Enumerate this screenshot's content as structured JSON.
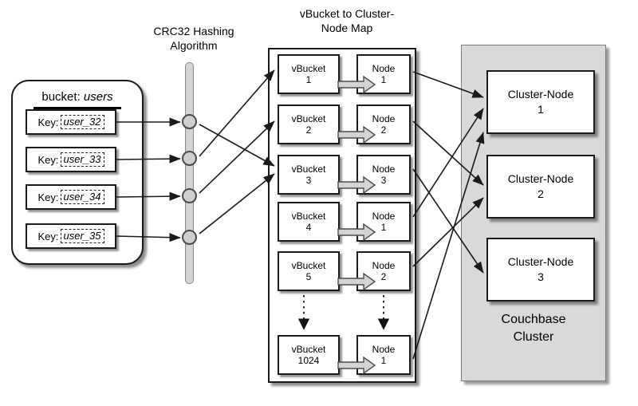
{
  "diagram": {
    "title": "Couchbase vBucket to Cluster-Node mapping",
    "colors": {
      "cluster_panel_fill": "#d9d9d9",
      "box_fill": "#ffffff",
      "stroke": "#1a1a1a",
      "hash_bar_fill": "#d4d4d4",
      "hash_dot_fill": "#cfcfcf",
      "block_arrow_fill": "#d4d4d4"
    }
  },
  "bucket": {
    "label_keyword": "bucket:",
    "label_name": "users",
    "keys": [
      {
        "label": "Key:",
        "value": "user_32"
      },
      {
        "label": "Key:",
        "value": "user_33"
      },
      {
        "label": "Key:",
        "value": "user_34"
      },
      {
        "label": "Key:",
        "value": "user_35"
      }
    ]
  },
  "hashing": {
    "title_line1": "CRC32 Hashing",
    "title_line2": "Algorithm",
    "dot_count": 4
  },
  "map": {
    "title_line1": "vBucket to Cluster-",
    "title_line2": "Node Map",
    "rows": [
      {
        "vbucket_label": "vBucket",
        "vbucket_id": "1",
        "node_label": "Node",
        "node_id": "1"
      },
      {
        "vbucket_label": "vBucket",
        "vbucket_id": "2",
        "node_label": "Node",
        "node_id": "2"
      },
      {
        "vbucket_label": "vBucket",
        "vbucket_id": "3",
        "node_label": "Node",
        "node_id": "3"
      },
      {
        "vbucket_label": "vBucket",
        "vbucket_id": "4",
        "node_label": "Node",
        "node_id": "1"
      },
      {
        "vbucket_label": "vBucket",
        "vbucket_id": "5",
        "node_label": "Node",
        "node_id": "2"
      },
      {
        "vbucket_label": "vBucket",
        "vbucket_id": "1024",
        "node_label": "Node",
        "node_id": "1"
      }
    ],
    "ellipsis": "vertical dotted continuation between row 5 and row 1024"
  },
  "cluster": {
    "caption_line1": "Couchbase",
    "caption_line2": "Cluster",
    "nodes": [
      {
        "label": "Cluster-Node",
        "id": "1"
      },
      {
        "label": "Cluster-Node",
        "id": "2"
      },
      {
        "label": "Cluster-Node",
        "id": "3"
      }
    ]
  },
  "connections": {
    "key_to_hash": [
      {
        "from": "user_32",
        "to": "hash-dot-1"
      },
      {
        "from": "user_33",
        "to": "hash-dot-2"
      },
      {
        "from": "user_34",
        "to": "hash-dot-3"
      },
      {
        "from": "user_35",
        "to": "hash-dot-4"
      }
    ],
    "hash_to_vbucket": [
      {
        "from": "hash-dot-1",
        "to": "vBucket 3"
      },
      {
        "from": "hash-dot-2",
        "to": "vBucket 1"
      },
      {
        "from": "hash-dot-3",
        "to": "vBucket 2"
      },
      {
        "from": "hash-dot-4",
        "to": "vBucket 3"
      }
    ],
    "node_to_cluster_node": [
      {
        "from": "Node 1 (vBucket 1)",
        "to": "Cluster-Node 1"
      },
      {
        "from": "Node 2 (vBucket 2)",
        "to": "Cluster-Node 2"
      },
      {
        "from": "Node 3 (vBucket 3)",
        "to": "Cluster-Node 3"
      },
      {
        "from": "Node 1 (vBucket 4)",
        "to": "Cluster-Node 1"
      },
      {
        "from": "Node 2 (vBucket 5)",
        "to": "Cluster-Node 2"
      },
      {
        "from": "Node 1 (vBucket 1024)",
        "to": "Cluster-Node 1"
      }
    ]
  }
}
